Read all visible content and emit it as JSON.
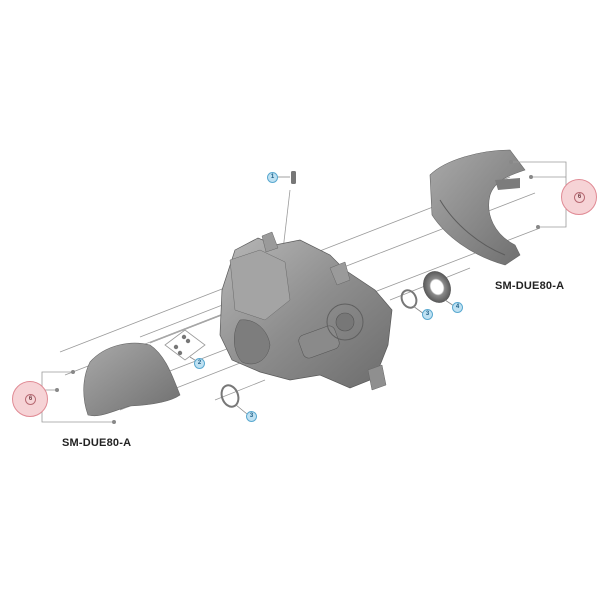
{
  "diagram": {
    "type": "exploded-parts-diagram",
    "subject": "drive unit with covers",
    "labels": {
      "right_cover": "SM-DUE80-A",
      "left_cover": "SM-DUE80-A"
    },
    "callouts": [
      {
        "id": "c1",
        "number": "1",
        "part": "pin"
      },
      {
        "id": "c2",
        "number": "2",
        "part": "screw set"
      },
      {
        "id": "c3a",
        "number": "3",
        "part": "o-ring (left)"
      },
      {
        "id": "c3b",
        "number": "3",
        "part": "o-ring (right)"
      },
      {
        "id": "c4",
        "number": "4",
        "part": "lock ring"
      },
      {
        "id": "c6a",
        "number": "6",
        "part": "cover screws (right)",
        "highlighted": true
      },
      {
        "id": "c6b",
        "number": "6",
        "part": "cover screws (left)",
        "highlighted": true
      }
    ],
    "colors": {
      "callout_fill": "#bfe1f2",
      "callout_border": "#5aa9d0",
      "highlight_fill": "#f6d3d6",
      "highlight_border": "#e08a94",
      "part_gray": "#8e8e8e",
      "line_gray": "#9a9a9a"
    }
  }
}
